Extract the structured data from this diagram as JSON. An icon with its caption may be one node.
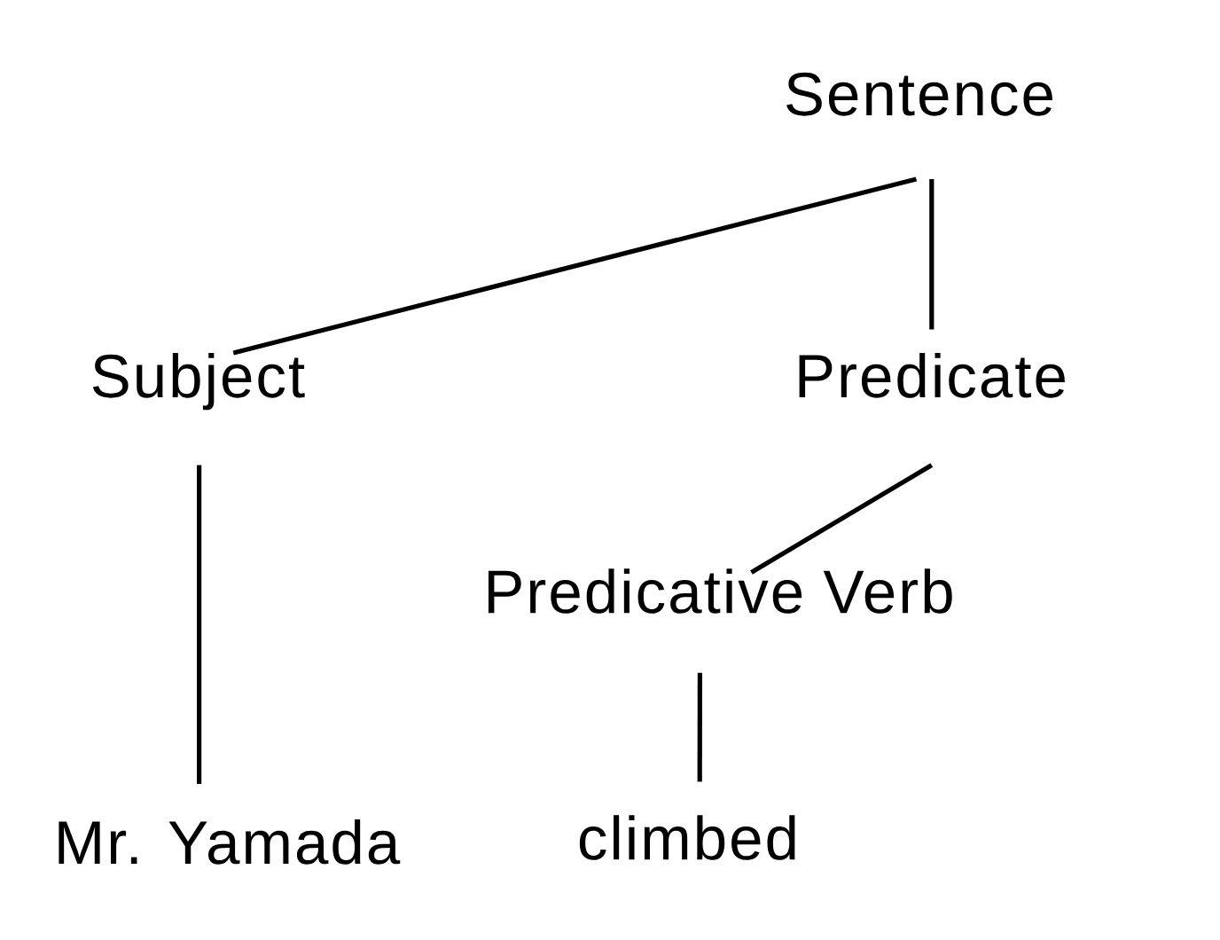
{
  "diagram": {
    "nodes": [
      {
        "text": [
          "Sentence"
        ]
      },
      {
        "text": [
          "Subject"
        ]
      },
      {
        "text": [
          "Predicate"
        ]
      },
      {
        "text": [
          "Predicative Verb"
        ]
      },
      {
        "text": [
          "Mr. Yamada"
        ]
      },
      {
        "text": [
          "climbed"
        ]
      }
    ],
    "edges": [
      {
        "from": 0,
        "to": 1,
        "arrow": "none"
      },
      {
        "from": 0,
        "to": 2,
        "arrow": "none"
      },
      {
        "from": 1,
        "to": 4,
        "arrow": "none"
      },
      {
        "from": 2,
        "to": 3,
        "arrow": "none"
      },
      {
        "from": 3,
        "to": 5,
        "arrow": "none"
      }
    ]
  }
}
